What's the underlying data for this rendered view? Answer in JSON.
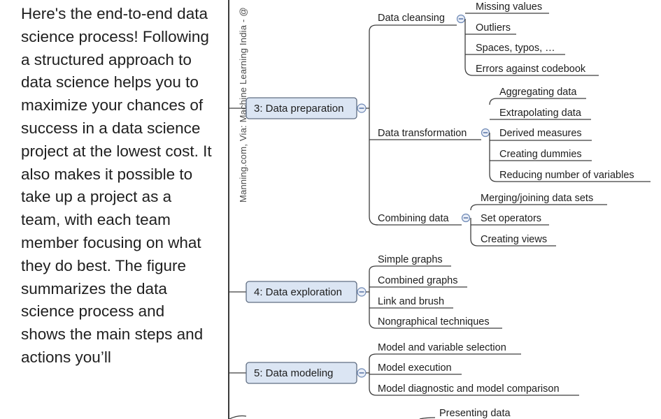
{
  "intro_text": "Here's the end-to-end data science process! Following a structured approach to data science helps you to maximize your chances of success in a data science project at the lowest cost. It also makes it possible to take up a project as a team, with each team member focusing on what they do best. The figure summarizes the data science process and shows the main steps and actions you’ll",
  "credit": "Manning.com, Via: Machine Learning India - @",
  "steps": {
    "preparation": {
      "label": "3: Data preparation",
      "cleansing": {
        "label": "Data cleansing",
        "items": [
          "Missing values",
          "Outliers",
          "Spaces, typos, …",
          "Errors against codebook"
        ]
      },
      "transformation": {
        "label": "Data transformation",
        "items": [
          "Aggregating data",
          "Extrapolating data",
          "Derived measures",
          "Creating dummies",
          "Reducing number of variables"
        ]
      },
      "combining": {
        "label": "Combining data",
        "items": [
          "Merging/joining data sets",
          "Set operators",
          "Creating views"
        ]
      }
    },
    "exploration": {
      "label": "4: Data exploration",
      "items": [
        "Simple graphs",
        "Combined graphs",
        "Link and brush",
        "Nongraphical techniques"
      ]
    },
    "modeling": {
      "label": "5: Data modeling",
      "items": [
        "Model and variable selection",
        "Model execution",
        "Model diagnostic and model comparison"
      ]
    },
    "presentation": {
      "items": [
        "Presenting data"
      ]
    }
  }
}
